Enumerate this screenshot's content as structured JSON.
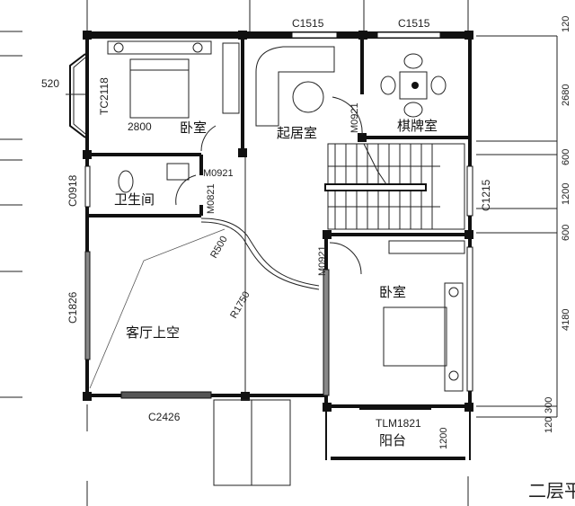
{
  "plan": {
    "title_fragment": "二层平",
    "rooms": {
      "bedroom_nw": "卧室",
      "living_room": "起居室",
      "chess_room": "棋牌室",
      "bathroom": "卫生间",
      "hall_void": "客厅上空",
      "bedroom_se": "卧室",
      "balcony": "阳台"
    },
    "windows": {
      "top_left": "C1515",
      "top_right": "C1515",
      "bay": "TC2118",
      "bath_window": "C0918",
      "west_window": "C1826",
      "east_window": "C1215",
      "south_window": "C2426",
      "balcony_door": "TLM1821"
    },
    "doors": {
      "bath_door_a": "M0921",
      "bath_door_b": "M0821",
      "chess_door": "M0921",
      "bedroom_se_door": "M0921"
    },
    "dimensions": {
      "bay_depth": "520",
      "bed_width": "2800",
      "radius_small": "R500",
      "radius_large": "R1750",
      "balcony_depth": "1200"
    },
    "right_dimension_chain": [
      "120",
      "2680",
      "600",
      "1200",
      "600",
      "4180",
      "300",
      "120"
    ]
  }
}
